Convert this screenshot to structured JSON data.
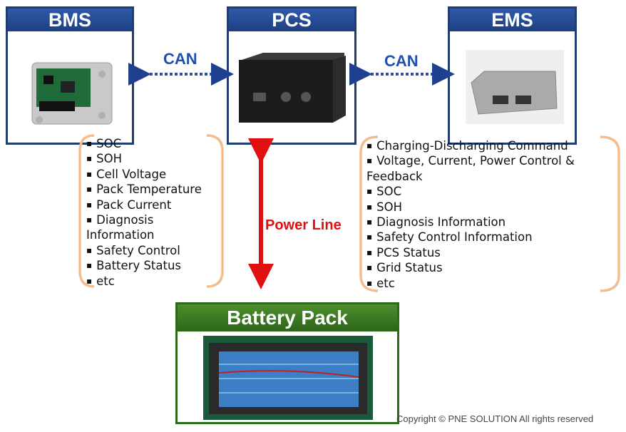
{
  "nodes": {
    "bms": {
      "title": "BMS"
    },
    "pcs": {
      "title": "PCS"
    },
    "ems": {
      "title": "EMS"
    },
    "battery": {
      "title": "Battery Pack"
    }
  },
  "links": {
    "bms_pcs": "CAN",
    "pcs_ems": "CAN",
    "power": "Power Line"
  },
  "bms_list": [
    "SOC",
    "SOH",
    "Cell Voltage",
    "Pack Temperature",
    "Pack Current",
    "Diagnosis",
    "Information",
    "Safety  Control",
    "Battery Status",
    "etc"
  ],
  "ems_list": [
    "Charging-Discharging Command",
    "Voltage, Current, Power Control &",
    "Feedback",
    "SOC",
    "SOH",
    "Diagnosis Information",
    "Safety Control Information",
    "PCS Status",
    "Grid Status",
    "etc"
  ],
  "footer": {
    "copyright": "Copyright © PNE SOLUTION  All rights reserved"
  },
  "colors": {
    "box_header": "#1e3f82",
    "battery_header": "#2c6518",
    "can_text": "#1f4fb0",
    "power_arrow": "#e01010",
    "brace": "#f2b98a"
  }
}
